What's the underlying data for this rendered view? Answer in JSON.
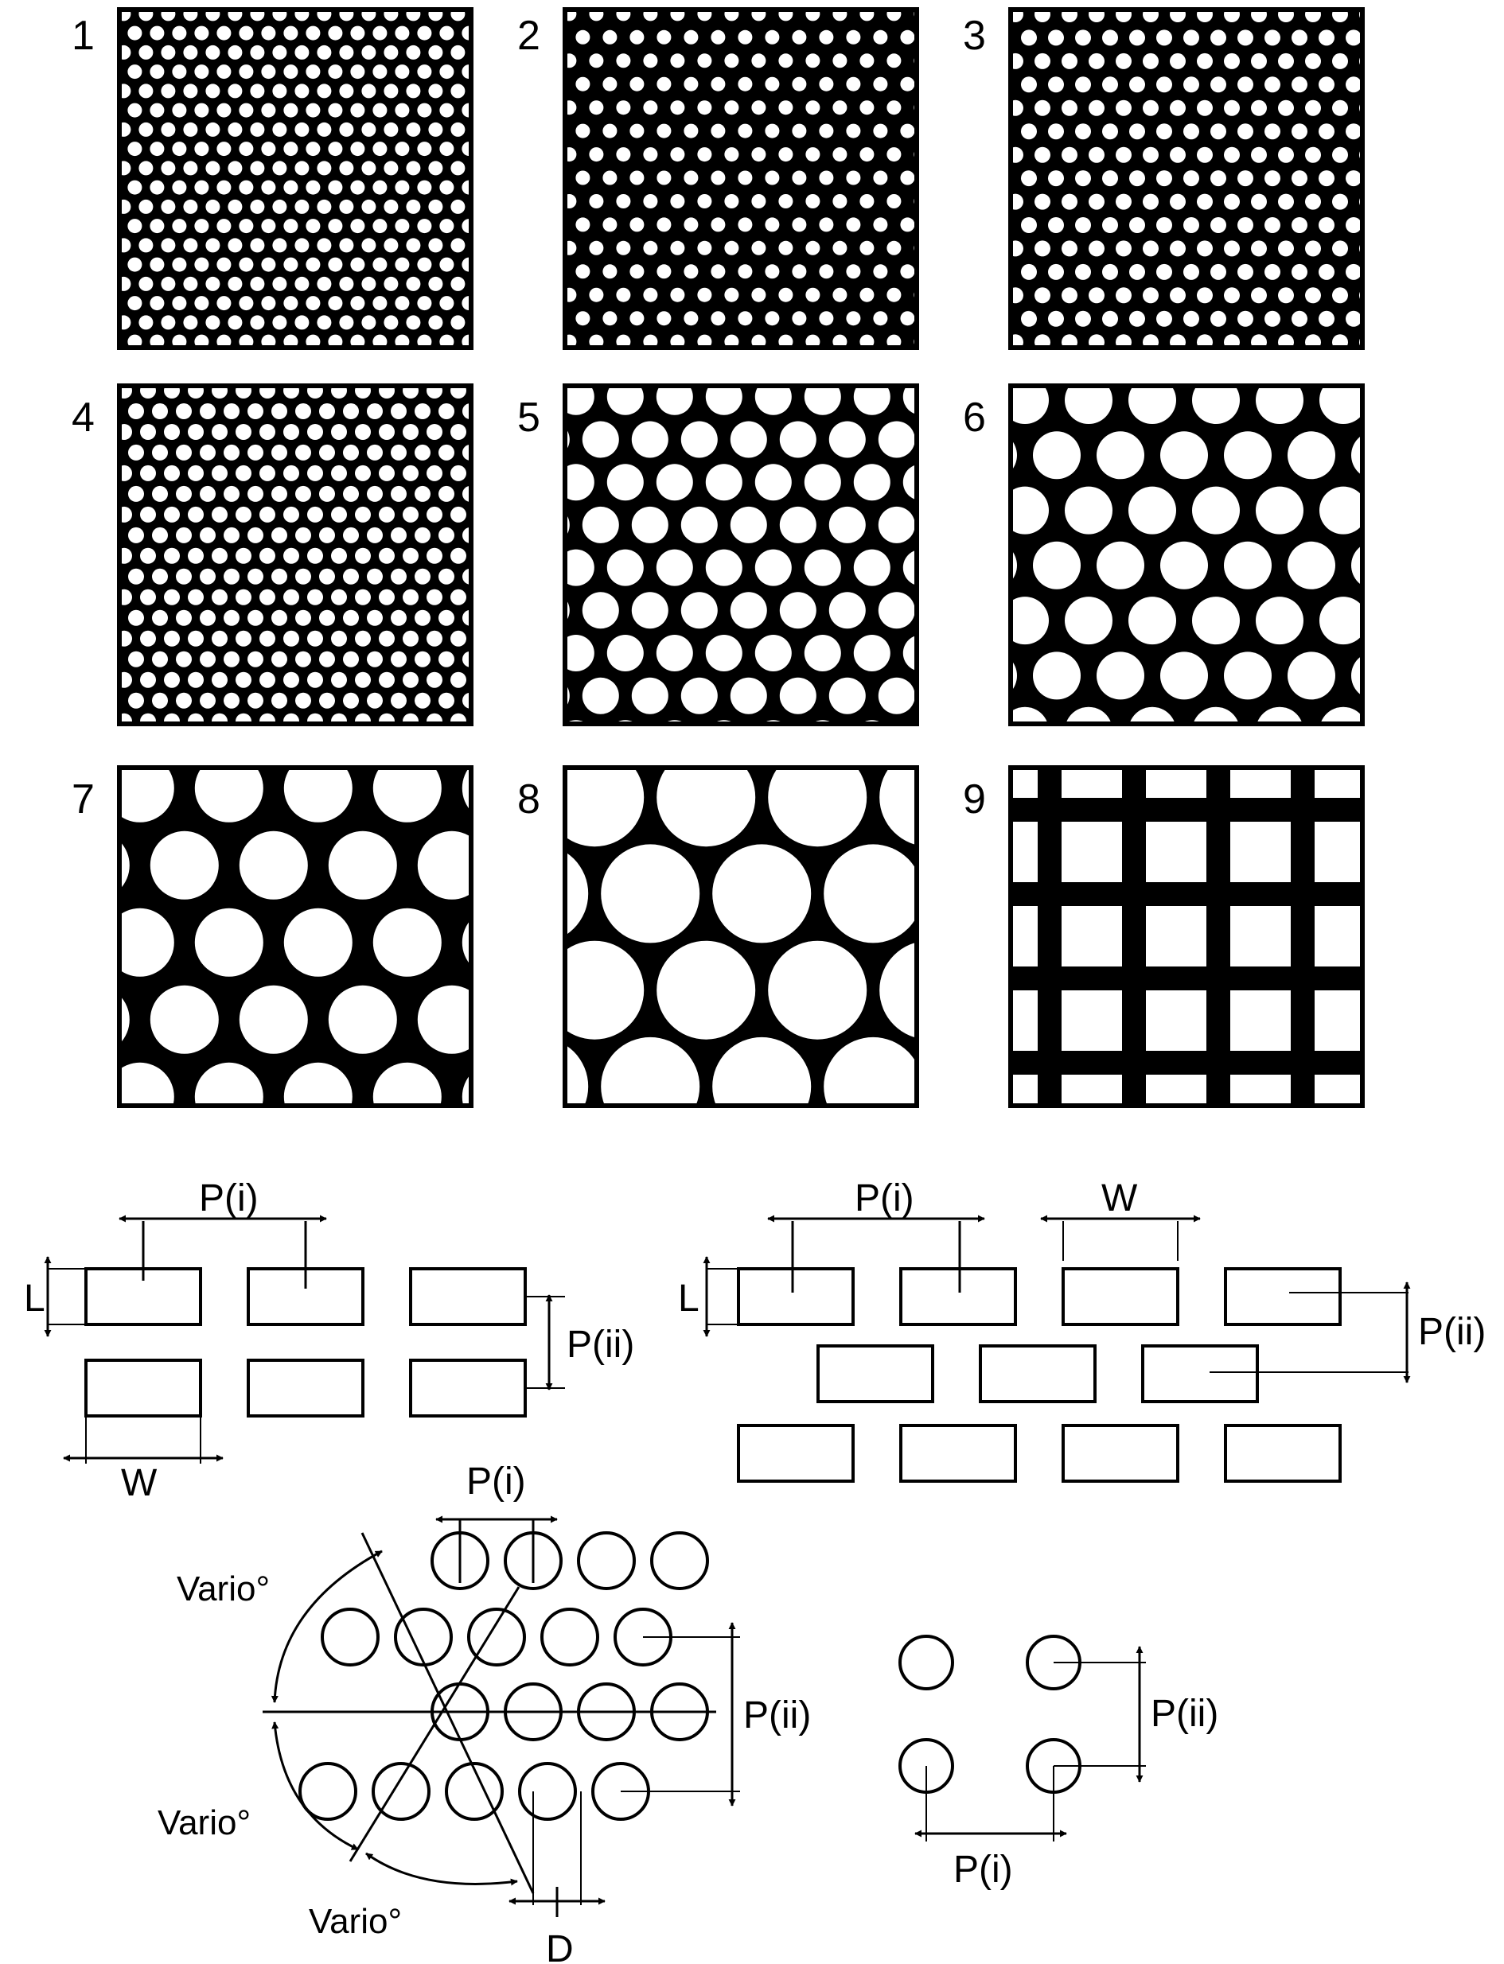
{
  "panels": [
    {
      "number": "1",
      "pattern": "hex-holes",
      "hole_size": "small",
      "hole_spacing": "tight",
      "background": "black",
      "holes": "white"
    },
    {
      "number": "2",
      "pattern": "hex-holes",
      "hole_size": "small",
      "hole_spacing": "wide",
      "background": "black",
      "holes": "white"
    },
    {
      "number": "3",
      "pattern": "hex-holes",
      "hole_size": "small",
      "hole_spacing": "tight",
      "background": "black",
      "holes": "white"
    },
    {
      "number": "4",
      "pattern": "hex-holes",
      "hole_size": "small",
      "hole_spacing": "medium",
      "background": "black",
      "holes": "white"
    },
    {
      "number": "5",
      "pattern": "hex-holes",
      "hole_size": "medium",
      "hole_spacing": "medium",
      "background": "black",
      "holes": "white"
    },
    {
      "number": "6",
      "pattern": "hex-holes",
      "hole_size": "medium-large",
      "hole_spacing": "medium",
      "background": "black",
      "holes": "white"
    },
    {
      "number": "7",
      "pattern": "hex-holes",
      "hole_size": "large",
      "hole_spacing": "wide",
      "background": "black",
      "holes": "white"
    },
    {
      "number": "8",
      "pattern": "hex-holes",
      "hole_size": "very-large",
      "hole_spacing": "tight",
      "background": "black",
      "holes": "white"
    },
    {
      "number": "9",
      "pattern": "square-grid",
      "background": "white",
      "bars": "black"
    }
  ],
  "diagrams": {
    "slots_inline": {
      "pitch_i": "P(i)",
      "pitch_ii": "P(ii)",
      "length": "L",
      "width": "W"
    },
    "slots_staggered": {
      "pitch_i": "P(i)",
      "pitch_ii": "P(ii)",
      "length": "L",
      "width": "W"
    },
    "round_staggered": {
      "pitch_i": "P(i)",
      "pitch_ii": "P(ii)",
      "diameter": "D",
      "angle_1": "Vario°",
      "angle_2": "Vario°",
      "angle_3": "Vario°"
    },
    "round_inline": {
      "pitch_i": "P(i)",
      "pitch_ii": "P(ii)"
    }
  }
}
